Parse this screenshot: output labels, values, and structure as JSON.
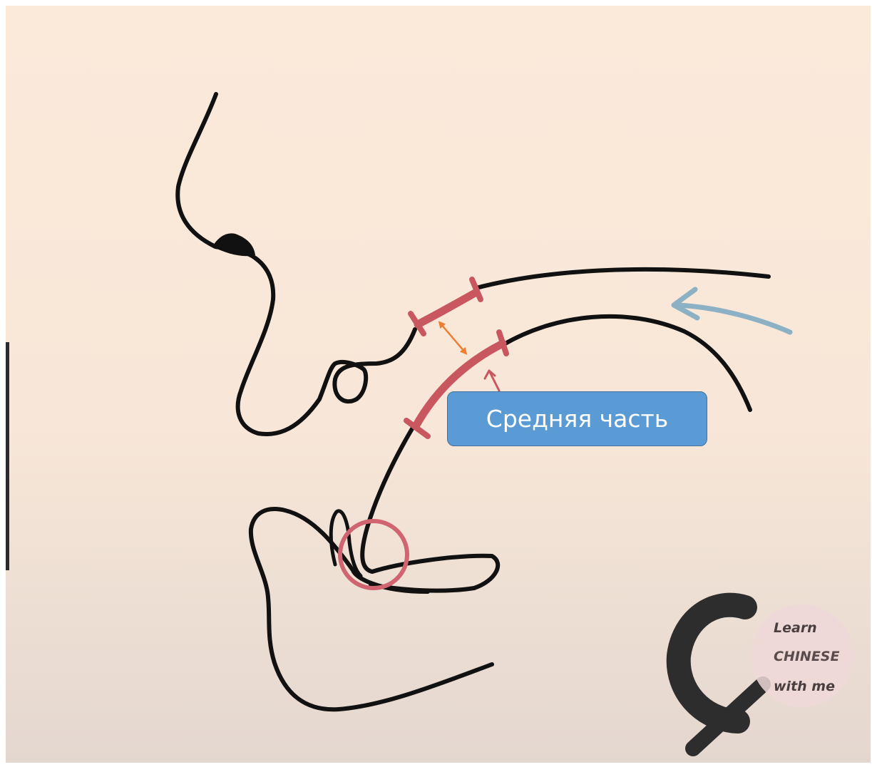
{
  "diagram": {
    "background": "#fbe9d9",
    "stroke_color": "#111111",
    "highlight_color": "#c9575f",
    "arrow_orange": "#ed7d31",
    "arrow_blue": "#8cb1c4"
  },
  "callout": {
    "label": "Средняя часть",
    "fill": "#5b9bd5",
    "border": "#41719c"
  },
  "logo": {
    "line1": "Learn",
    "line2": "CHINESE",
    "line3": "with me"
  }
}
